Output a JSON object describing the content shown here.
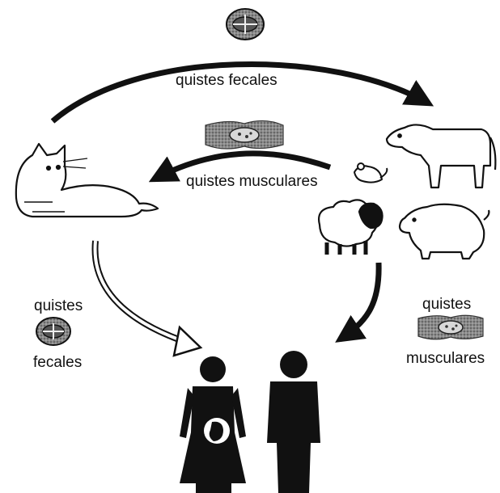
{
  "labels": {
    "top_arrow": "quistes fecales",
    "middle_arrow": "quistes musculares",
    "left_word_1": "quistes",
    "left_word_2": "fecales",
    "right_word_1": "quistes",
    "right_word_2": "musculares"
  },
  "background_text": {
    "lines": [
      "",
      "",
      "",
      "",
      "",
      "",
      "",
      "",
      "",
      "",
      "",
      "",
      "",
      "",
      "",
      "",
      "",
      "",
      "",
      "",
      ""
    ]
  },
  "colors": {
    "ink": "#111111",
    "cyst_gray": "#6e6e6e",
    "faded_text": "#d4d4d4"
  },
  "icons": [
    "fecal-cyst-icon",
    "muscle-cyst-icon",
    "cat-icon",
    "cow-icon",
    "mouse-icon",
    "sheep-icon",
    "pig-icon",
    "pregnant-woman-icon",
    "man-icon"
  ]
}
